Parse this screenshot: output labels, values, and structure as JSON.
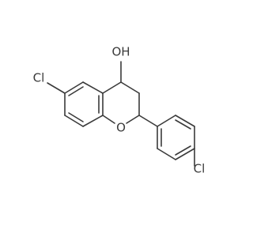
{
  "molecule": {
    "atoms": {
      "hydroxyl": "OH",
      "ring_oxygen": "O",
      "chlorine_left": "Cl",
      "chlorine_right": "Cl"
    }
  }
}
